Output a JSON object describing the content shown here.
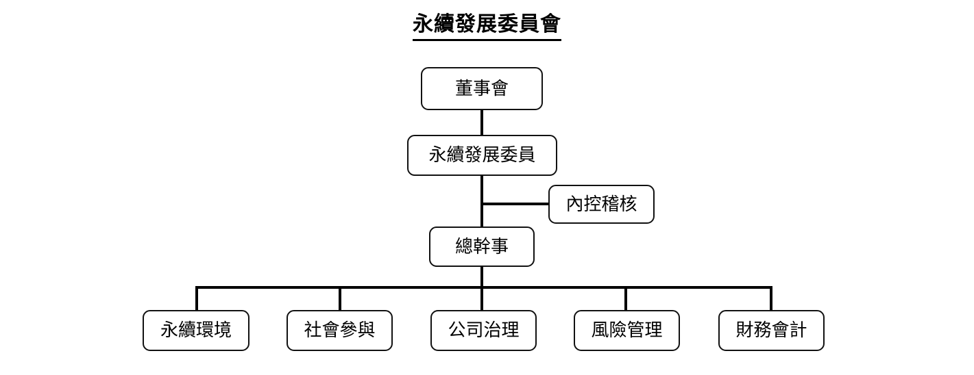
{
  "title": {
    "text": "永續發展委員會"
  },
  "nodes": {
    "board": {
      "label": "董事會"
    },
    "committee": {
      "label": "永續發展委員"
    },
    "audit": {
      "label": "內控稽核"
    },
    "secretary": {
      "label": "總幹事"
    },
    "environment": {
      "label": "永續環境"
    },
    "society": {
      "label": "社會參與"
    },
    "governance": {
      "label": "公司治理"
    },
    "risk": {
      "label": "風險管理"
    },
    "finance": {
      "label": "財務會計"
    }
  },
  "chart_data": {
    "type": "diagram",
    "diagram_type": "organization-chart",
    "title": "永續發展委員會",
    "orientation": "top-down",
    "line_color": "#000000",
    "box_border_color": "#111111",
    "box_fill_color": "#ffffff",
    "text_color": "#000000",
    "levels": [
      {
        "level": 1,
        "nodes": [
          "董事會"
        ]
      },
      {
        "level": 2,
        "nodes": [
          "永續發展委員"
        ]
      },
      {
        "level": 3,
        "nodes": [
          "內控稽核"
        ]
      },
      {
        "level": 4,
        "nodes": [
          "總幹事"
        ]
      },
      {
        "level": 5,
        "nodes": [
          "永續環境",
          "社會參與",
          "公司治理",
          "風險管理",
          "財務會計"
        ]
      }
    ],
    "edges": [
      {
        "from": "董事會",
        "to": "永續發展委員"
      },
      {
        "from": "永續發展委員",
        "to": "內控稽核"
      },
      {
        "from": "永續發展委員",
        "to": "總幹事"
      },
      {
        "from": "總幹事",
        "to": "永續環境"
      },
      {
        "from": "總幹事",
        "to": "社會參與"
      },
      {
        "from": "總幹事",
        "to": "公司治理"
      },
      {
        "from": "總幹事",
        "to": "風險管理"
      },
      {
        "from": "總幹事",
        "to": "財務會計"
      }
    ]
  }
}
